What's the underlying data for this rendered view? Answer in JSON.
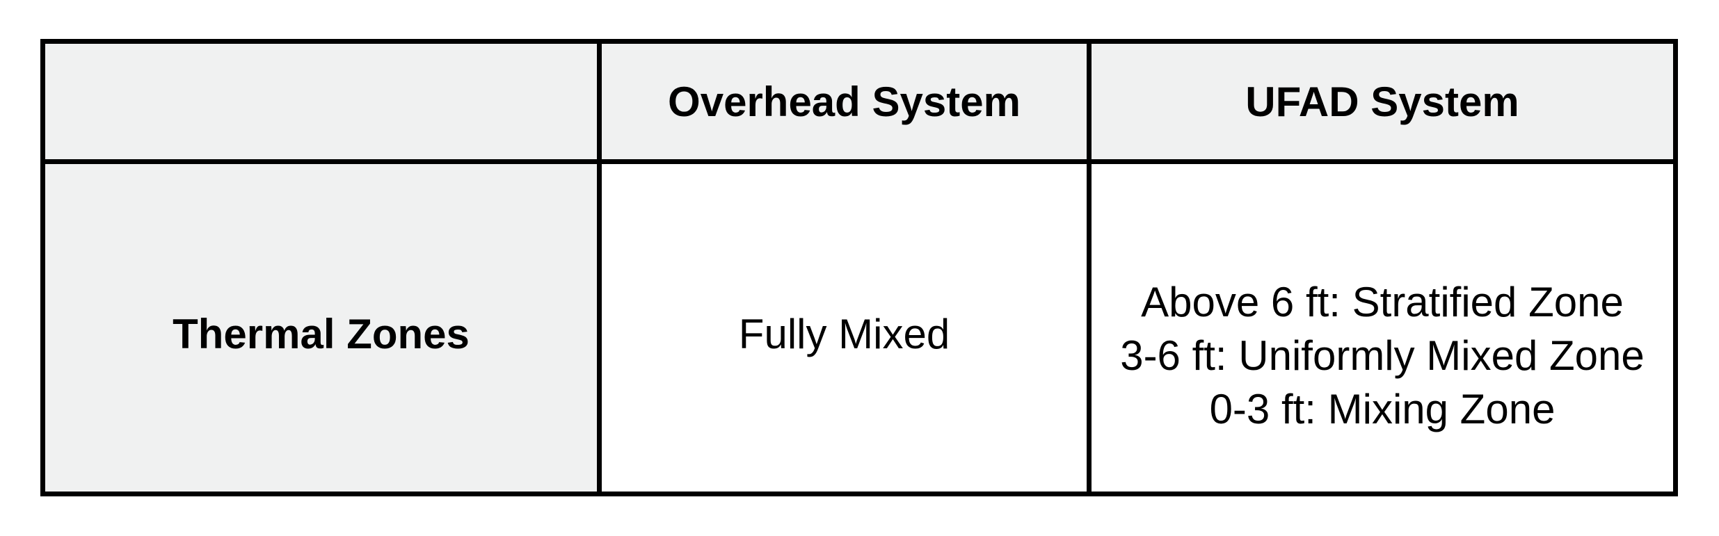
{
  "table": {
    "headers": [
      "",
      "Overhead System",
      "UFAD System"
    ],
    "rows": [
      {
        "label": "Thermal Zones",
        "overhead": "Fully Mixed",
        "ufad": [
          "Above 6 ft: Stratified Zone",
          "3-6 ft: Uniformly Mixed Zone",
          "0-3 ft: Mixing Zone"
        ]
      }
    ],
    "colors": {
      "header_bg": "#f0f1f1",
      "row_label_bg": "#f0f1f1",
      "data_cell_bg": "#ffffff",
      "border": "#000000",
      "text": "#000000",
      "page_bg": "#ffffff"
    }
  }
}
